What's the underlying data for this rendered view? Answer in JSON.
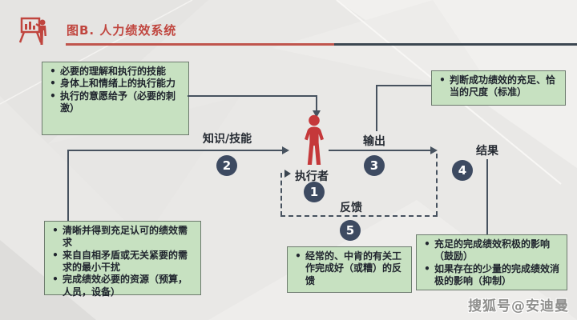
{
  "header": {
    "title": "图B. 人力绩效系统"
  },
  "nodes": {
    "performer_label": "执行者",
    "knowledge_label": "知识/技能",
    "output_label": "输出",
    "result_label": "结果",
    "feedback_label": "反馈",
    "num1": "1",
    "num2": "2",
    "num3": "3",
    "num4": "4",
    "num5": "5"
  },
  "bullet_glyph": "•",
  "boxes": {
    "abilities": {
      "bullets": [
        "必要的理解和执行的技能",
        "身体上和情绪上的执行能力",
        "执行的意愿给予（必要的刺激）"
      ]
    },
    "standards": {
      "bullets": [
        "判断成功绩效的充足、恰当的尺度（标准）"
      ]
    },
    "requirements": {
      "bullets": [
        "清晰并得到充足认可的绩效需求",
        "来自自相矛盾或无关紧要的需求的最小干扰",
        "完成绩效必要的资源（预算，人员，设备）"
      ]
    },
    "feedback": {
      "bullets": [
        "经常的、中肯的有关工作完成好（或糟）的反馈"
      ]
    },
    "consequences": {
      "bullets": [
        "充足的完成绩效积极的影响（鼓励）",
        "如果存在的少量的完成绩效消极的影响（抑制）"
      ]
    }
  },
  "watermark": "搜狐号@安迪曼",
  "colors": {
    "accent_red": "#c0453e",
    "connector": "#47525f",
    "circle_fill": "#3d4a61",
    "box_fill": "#c7e1c1",
    "box_border": "#6d7b6e",
    "background": "#e9e8e6"
  }
}
